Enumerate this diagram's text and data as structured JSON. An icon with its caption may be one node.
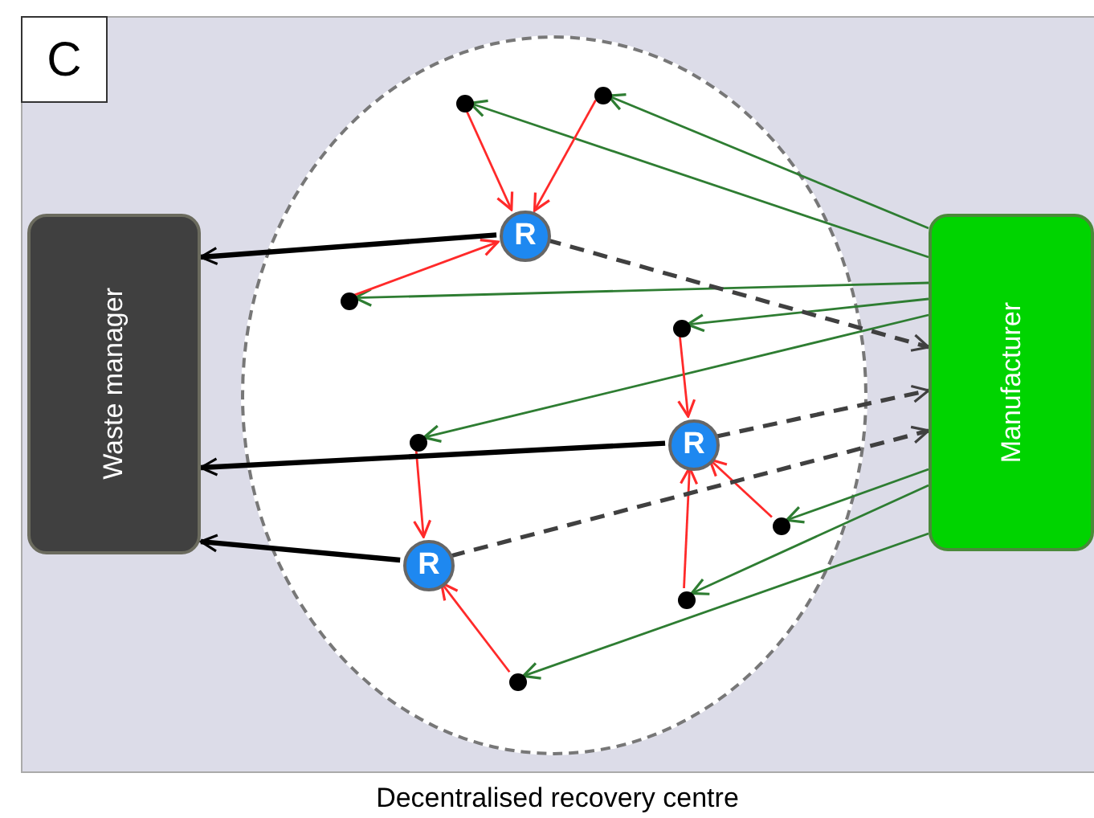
{
  "diagram": {
    "caption": "Decentralised recovery centre",
    "nodes": [
      {
        "text": [
          "Waste manager"
        ]
      },
      {
        "text": [],
        "shape": "ellipse"
      },
      {
        "text": [
          "R"
        ],
        "in": 1
      },
      {
        "text": [
          "R"
        ],
        "in": 1
      },
      {
        "text": [
          "R"
        ],
        "in": 1
      },
      {
        "text": [
          "Manufacturer"
        ]
      },
      {
        "text": [],
        "shape": "circle",
        "in": 1
      },
      {
        "text": [],
        "shape": "circle",
        "in": 1
      },
      {
        "text": [],
        "shape": "circle",
        "in": 1
      },
      {
        "text": [],
        "shape": "circle",
        "in": 1
      },
      {
        "text": [],
        "shape": "circle",
        "in": 1
      },
      {
        "text": [],
        "shape": "circle",
        "in": 1
      },
      {
        "text": [],
        "shape": "circle",
        "in": 1
      },
      {
        "text": [],
        "shape": "circle",
        "in": 1
      }
    ],
    "edges": [
      {
        "from": 5,
        "to": 6,
        "arrow": "to",
        "color": "#2e7d32"
      },
      {
        "from": 5,
        "to": 7,
        "arrow": "to",
        "color": "#2e7d32"
      },
      {
        "from": 5,
        "to": 8,
        "arrow": "to",
        "color": "#2e7d32"
      },
      {
        "from": 5,
        "to": 9,
        "arrow": "to",
        "color": "#2e7d32"
      },
      {
        "from": 5,
        "to": 10,
        "arrow": "to",
        "color": "#2e7d32"
      },
      {
        "from": 5,
        "to": 11,
        "arrow": "to",
        "color": "#2e7d32"
      },
      {
        "from": 5,
        "to": 12,
        "arrow": "to",
        "color": "#2e7d32"
      },
      {
        "from": 5,
        "to": 13,
        "arrow": "to",
        "color": "#2e7d32"
      },
      {
        "from": 6,
        "to": 2,
        "arrow": "to",
        "color": "#ff2a2a"
      },
      {
        "from": 7,
        "to": 2,
        "arrow": "to",
        "color": "#ff2a2a"
      },
      {
        "from": 8,
        "to": 2,
        "arrow": "to",
        "color": "#ff2a2a"
      },
      {
        "from": 9,
        "to": 3,
        "arrow": "to",
        "color": "#ff2a2a"
      },
      {
        "from": 11,
        "to": 3,
        "arrow": "to",
        "color": "#ff2a2a"
      },
      {
        "from": 12,
        "to": 3,
        "arrow": "to",
        "color": "#ff2a2a"
      },
      {
        "from": 10,
        "to": 4,
        "arrow": "to",
        "color": "#ff2a2a"
      },
      {
        "from": 13,
        "to": 4,
        "arrow": "to",
        "color": "#ff2a2a"
      },
      {
        "from": 2,
        "to": 0,
        "arrow": "to",
        "style": "thick",
        "color": "#000000"
      },
      {
        "from": 3,
        "to": 0,
        "arrow": "to",
        "style": "thick",
        "color": "#000000"
      },
      {
        "from": 4,
        "to": 0,
        "arrow": "to",
        "style": "thick",
        "color": "#000000"
      },
      {
        "from": 2,
        "to": 5,
        "arrow": "to",
        "style": "dashed",
        "color": "#404040"
      },
      {
        "from": 3,
        "to": 5,
        "arrow": "to",
        "style": "dashed",
        "color": "#404040"
      },
      {
        "from": 4,
        "to": 5,
        "arrow": "to",
        "style": "dashed",
        "color": "#404040"
      }
    ],
    "labels": [
      "C"
    ]
  }
}
